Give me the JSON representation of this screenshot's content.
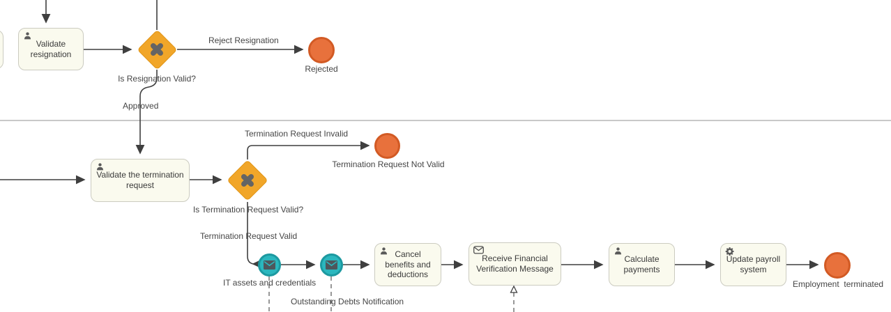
{
  "diagram_type": "bpmn-process",
  "tasks": {
    "validate_resignation": {
      "label": "Validate resignation",
      "icon": "person"
    },
    "validate_termination": {
      "label": "Validate the termination request",
      "icon": "person"
    },
    "cancel_benefits": {
      "label": "Cancel benefits and deductions",
      "icon": "person"
    },
    "receive_financial": {
      "label": "Receive Financial Verification Message",
      "icon": "envelope-outline"
    },
    "calculate_payments": {
      "label": "Calculate payments",
      "icon": "person"
    },
    "update_payroll": {
      "label": "Update payroll system",
      "icon": "gear"
    }
  },
  "gateways": {
    "resignation_valid": {
      "label": "Is Resignation Valid?",
      "icon": "x-cross"
    },
    "termination_valid": {
      "label": "Is Termination Request Valid?",
      "icon": "x-cross"
    }
  },
  "events": {
    "rejected": {
      "label": "Rejected",
      "type": "end"
    },
    "termination_not_valid": {
      "label": "Termination Request Not Valid",
      "type": "end"
    },
    "employment_terminated": {
      "label": "Employment  terminated",
      "type": "end"
    },
    "it_assets": {
      "label": "IT assets and credentials",
      "type": "message",
      "icon": "envelope-filled"
    },
    "outstanding_debts": {
      "label": "Outstanding Debts Notification",
      "type": "message",
      "icon": "envelope-filled"
    }
  },
  "flows": {
    "reject_resignation": {
      "label": "Reject Resignation"
    },
    "approved": {
      "label": "Approved"
    },
    "termination_invalid": {
      "label": "Termination Request Invalid"
    },
    "termination_valid": {
      "label": "Termination Request Valid"
    }
  },
  "colors": {
    "task_fill": "#fafaee",
    "task_border": "#cbcbc0",
    "gateway_fill": "#f1a629",
    "gateway_border": "#df9314",
    "gateway_x": "#646464",
    "end_event_fill": "#e8713c",
    "end_event_border": "#d25a24",
    "message_event_fill": "#2bb7be",
    "message_event_border": "#1c99a0",
    "sequence_flow": "#3f3f3f",
    "message_flow_dashed": "#6b6b6b",
    "lane_divider": "#c8c8c8",
    "label_text": "#454545"
  }
}
